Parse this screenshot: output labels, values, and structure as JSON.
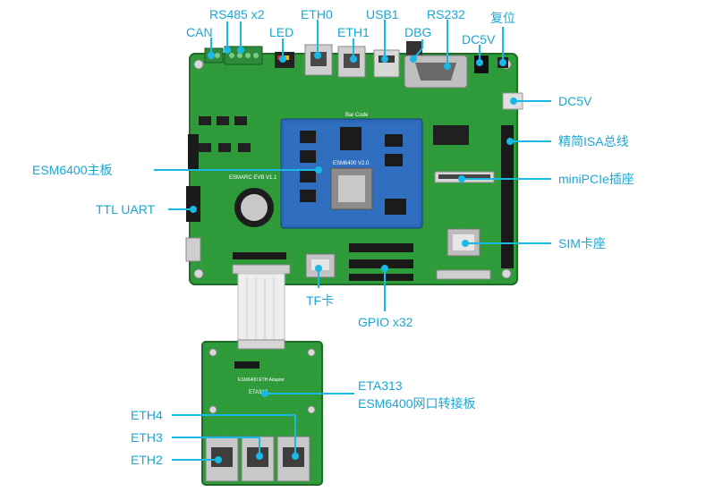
{
  "colors": {
    "accent": "#19b8e6",
    "label_text": "#1aa7d6",
    "board_green": "#2e9a3a",
    "board_dark": "#1f6b28",
    "module_blue": "#2a68b8"
  },
  "labels": {
    "can": "CAN",
    "rs485": "RS485 x2",
    "eth0": "ETH0",
    "led": "LED",
    "eth1": "ETH1",
    "usb1": "USB1",
    "dbg": "DBG",
    "rs232": "RS232",
    "dc5v_top": "DC5V",
    "reset": "复位",
    "dc5v_right": "DC5V",
    "isa_bus": "精简ISA总线",
    "esm6400_board": "ESM6400主板",
    "minipcie": "miniPCIe插座",
    "ttl_uart": "TTL UART",
    "sim": "SIM卡座",
    "tf": "TF卡",
    "gpio": "GPIO x32",
    "eta313_line1": "ETA313",
    "eta313_line2": "ESM6400网口转接板",
    "eth4": "ETH4",
    "eth3": "ETH3",
    "eth2": "ETH2"
  },
  "silkscreen": {
    "main_board": "ESMARC EVB V1.1",
    "module": "ESM6400 V2.0",
    "bar_code": "Bar Code",
    "adapter_title": "ESM6400 ETH Adapter",
    "adapter_name": "ETA313"
  }
}
